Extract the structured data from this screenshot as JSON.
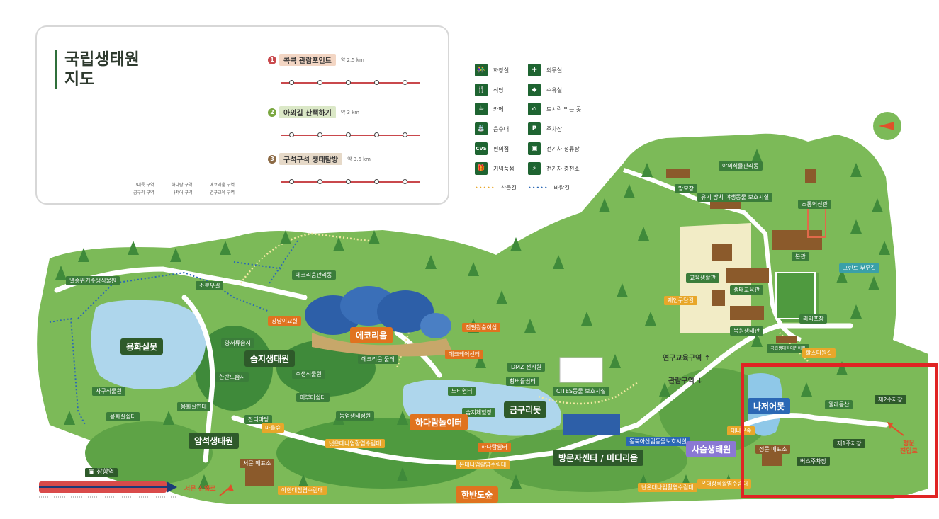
{
  "legend": {
    "title": "국립생태원\n지도",
    "routes": [
      {
        "num": "1",
        "name": "콕콕 관람포인트",
        "length": "약 2.5 km",
        "color": "#c9484c",
        "bg": "#f3d6c4"
      },
      {
        "num": "2",
        "name": "아외길 산책하기",
        "length": "약 3 km",
        "color": "#7aa740",
        "bg": "#dbe8c7"
      },
      {
        "num": "3",
        "name": "구석구석 생태탐방",
        "length": "약 3.6 km",
        "color": "#8c6a45",
        "bg": "#e6d9c8"
      }
    ],
    "zones": [
      "고대륙 구역",
      "하다람 구역",
      "에코리움 구역",
      "금구리 구역",
      "나저어 구역",
      "연구교육 구역"
    ]
  },
  "facilities": [
    {
      "icon": "👫",
      "label": "화장실"
    },
    {
      "icon": "✚",
      "label": "의무실"
    },
    {
      "icon": "🍴",
      "label": "식당"
    },
    {
      "icon": "◆",
      "label": "수유실"
    },
    {
      "icon": "☕",
      "label": "카페"
    },
    {
      "icon": "⌂",
      "label": "도시락 먹는 곳"
    },
    {
      "icon": "⛲",
      "label": "음수대"
    },
    {
      "icon": "P",
      "label": "주차장"
    },
    {
      "icon": "CVS",
      "label": "편의점"
    },
    {
      "icon": "▣",
      "label": "전기차 정류장"
    },
    {
      "icon": "🎁",
      "label": "기념품점"
    },
    {
      "icon": "⚡",
      "label": "전기차 충전소"
    }
  ],
  "paths": [
    {
      "label": "산들길",
      "color": "#e8a72a"
    },
    {
      "label": "바람길",
      "color": "#2b68b5"
    }
  ],
  "map": {
    "labels": [
      {
        "text": "야외식물관리동"
      },
      {
        "text": "망모장"
      },
      {
        "text": "유기 방치 야생동물 보호시설"
      },
      {
        "text": "소통혁신관"
      },
      {
        "text": "본관"
      },
      {
        "text": "그린트 부무길"
      },
      {
        "text": "교육생활관"
      },
      {
        "text": "생태교육관"
      },
      {
        "text": "제인구달길"
      },
      {
        "text": "복원생태관"
      },
      {
        "text": "리리포장"
      },
      {
        "text": "국립생태원어린이집"
      },
      {
        "text": "할스다원길"
      },
      {
        "text": "멸종위기수생식물원"
      },
      {
        "text": "소로우길"
      },
      {
        "text": "에코리움관리동"
      },
      {
        "text": "강당이교실"
      },
      {
        "text": "양서류습지"
      },
      {
        "text": "한반도습지"
      },
      {
        "text": "수생식물원"
      },
      {
        "text": "사구식물원"
      },
      {
        "text": "용화실연대"
      },
      {
        "text": "용화실쉼터"
      },
      {
        "text": "잔디마당"
      },
      {
        "text": "마을숲"
      },
      {
        "text": "이부마쉼터"
      },
      {
        "text": "에코리움 둘레"
      },
      {
        "text": "에코케어센터"
      },
      {
        "text": "진필원숲이섬"
      },
      {
        "text": "DMZ 전시원"
      },
      {
        "text": "황버들쉼터"
      },
      {
        "text": "CITES동물 보호시설"
      },
      {
        "text": "노티쉼터"
      },
      {
        "text": "습지체험장"
      },
      {
        "text": "하다람쉼터"
      },
      {
        "text": "농업생태정원"
      },
      {
        "text": "냇은대나업활엽수림대"
      },
      {
        "text": "온대나업활엽수림대"
      },
      {
        "text": "아한대침엽수림대"
      },
      {
        "text": "난온대나업활엽수림대"
      },
      {
        "text": "온대상록활엽수림대"
      },
      {
        "text": "동북아산림동물보호시설"
      },
      {
        "text": "웰레동산"
      },
      {
        "text": "서문 매표소"
      },
      {
        "text": "정문 매표소"
      },
      {
        "text": "버스주차장"
      },
      {
        "text": "제1주차장"
      },
      {
        "text": "제2주차장"
      },
      {
        "text": "대나무숲"
      }
    ],
    "zones": {
      "yonghwa": "용화실못",
      "wetland": "습지생태원",
      "ecorium": "에코리움",
      "rock": "암석생태원",
      "hadaram": "하다람놀이터",
      "geumguri": "금구리못",
      "visitor": "방문자센터 / 미디리움",
      "hanbando": "한반도숲",
      "najeo": "나저어못",
      "sasseum": "사슴생태원"
    },
    "research_zone": "연구교육구역",
    "visit_zone": "관람구역",
    "west_entrance": "서문 진입로",
    "main_entrance": "정문\n진입로",
    "station": "장항역"
  }
}
